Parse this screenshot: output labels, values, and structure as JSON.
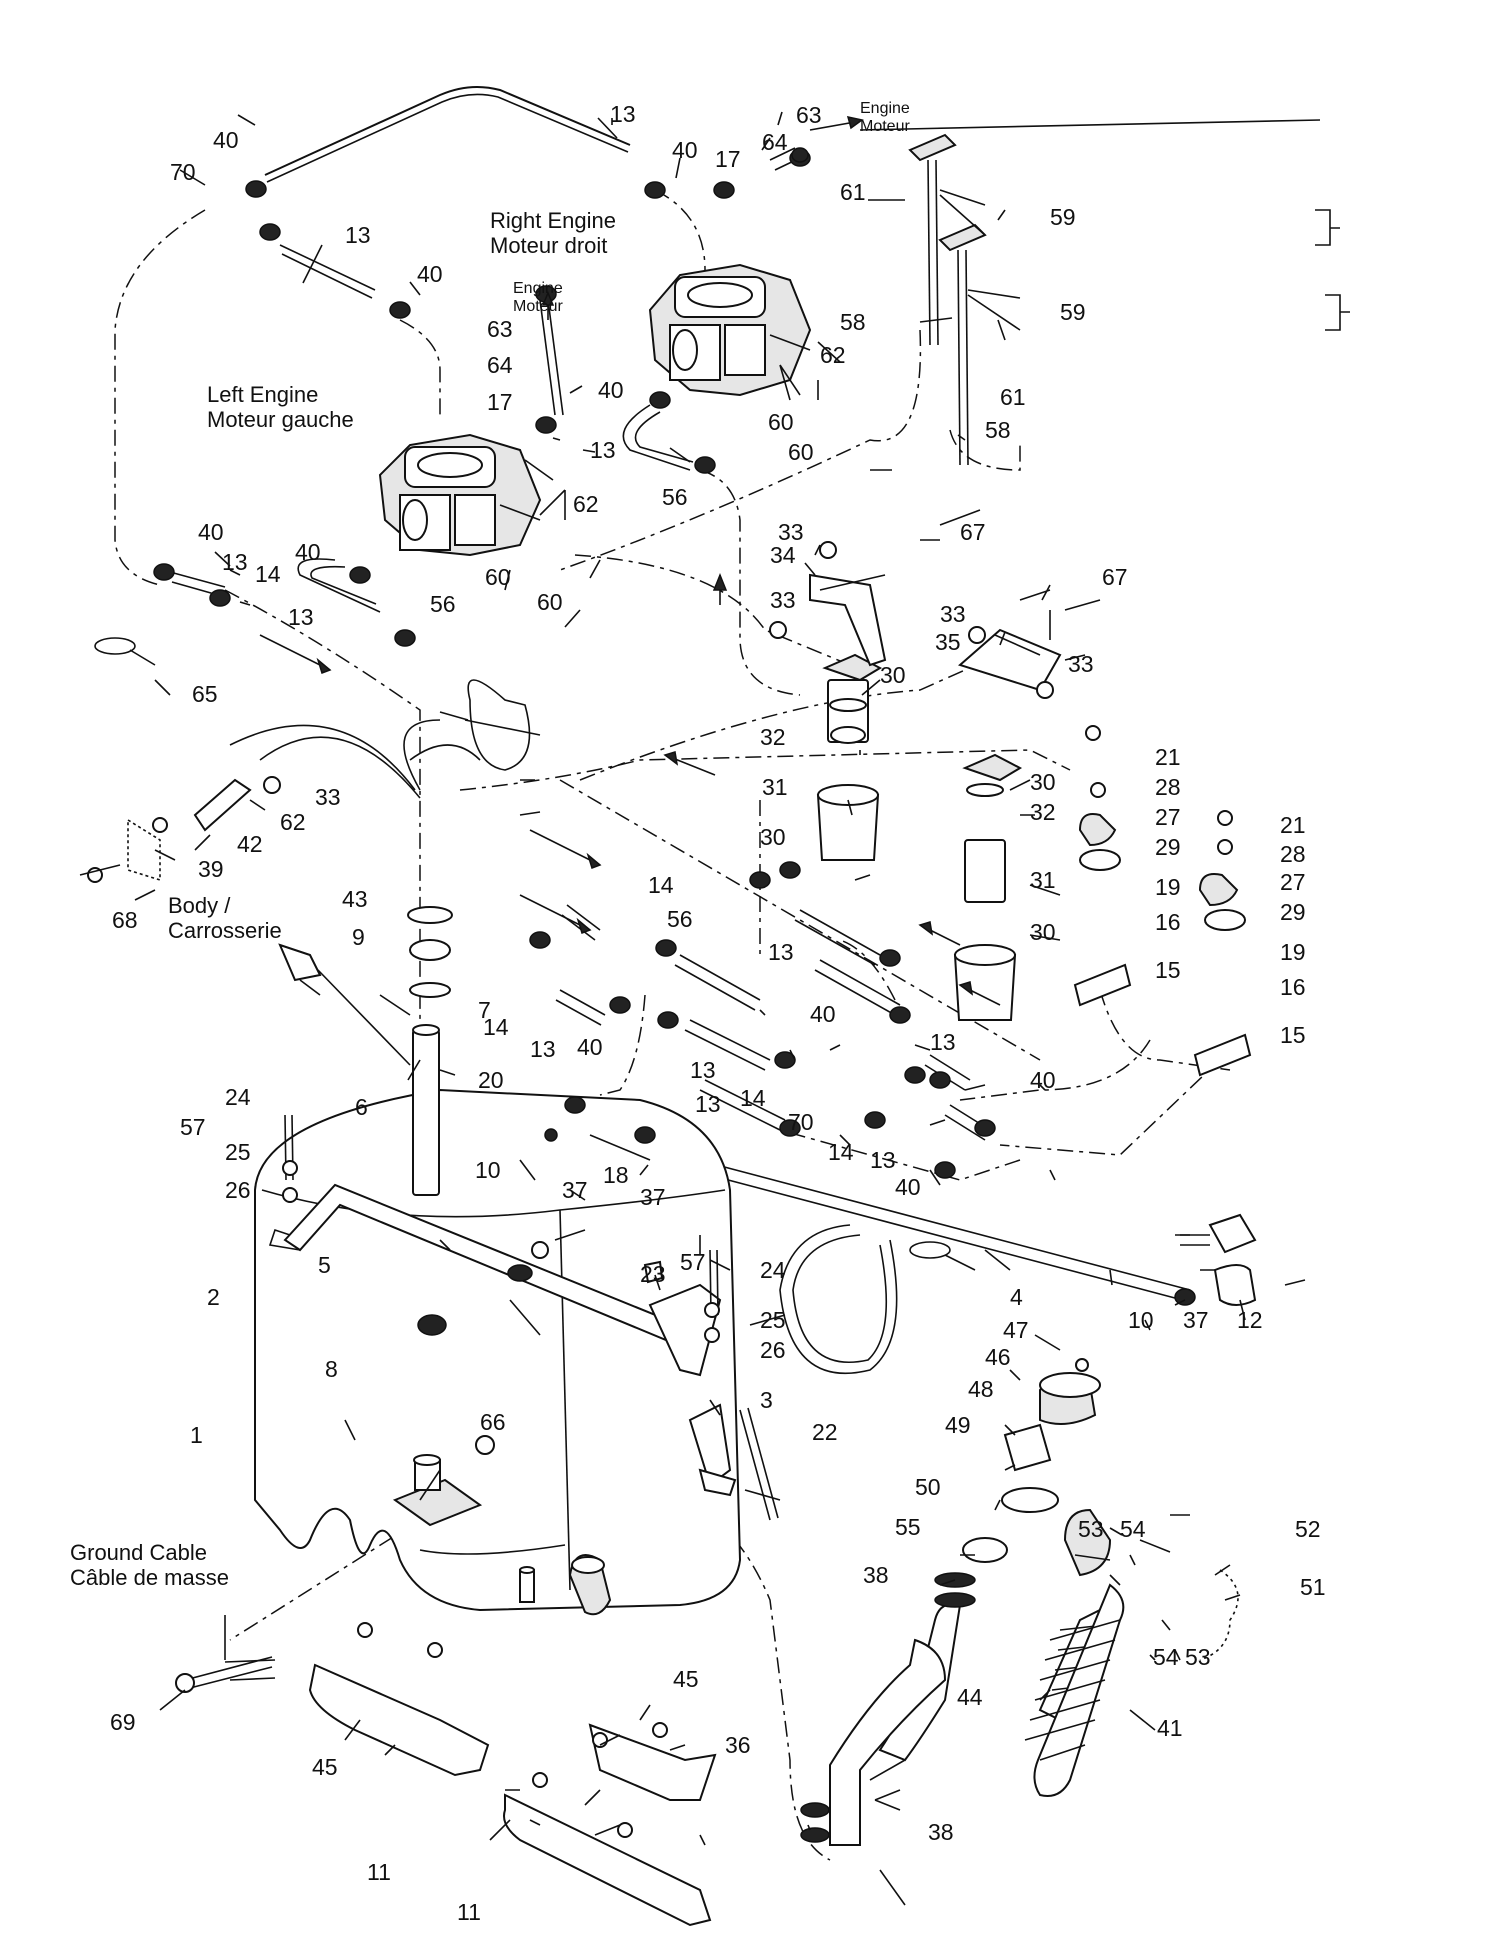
{
  "captions": {
    "right_engine": [
      "Right Engine",
      "Moteur droit"
    ],
    "left_engine": [
      "Left Engine",
      "Moteur gauche"
    ],
    "engine_arrow_top": [
      "Engine",
      "Moteur"
    ],
    "engine_arrow_left": [
      "Engine",
      "Moteur"
    ],
    "body": [
      "Body /",
      "Carrosserie"
    ],
    "ground_cable": [
      "Ground Cable",
      "Câble de masse"
    ]
  },
  "callouts": [
    "13",
    "40",
    "70",
    "40",
    "13",
    "40",
    "63",
    "64",
    "17",
    "40",
    "13",
    "56",
    "17",
    "64",
    "63",
    "61",
    "59",
    "59",
    "58",
    "61",
    "58",
    "62",
    "60",
    "60",
    "40",
    "13",
    "56",
    "62",
    "60",
    "60",
    "40",
    "13",
    "14",
    "33",
    "34",
    "67",
    "33",
    "33",
    "35",
    "67",
    "33",
    "30",
    "32",
    "31",
    "30",
    "30",
    "32",
    "31",
    "30",
    "65",
    "62",
    "33",
    "42",
    "39",
    "68",
    "43",
    "9",
    "7",
    "20",
    "14",
    "56",
    "14",
    "13",
    "40",
    "13",
    "40",
    "13",
    "13",
    "40",
    "13",
    "14",
    "70",
    "14",
    "13",
    "40",
    "21",
    "28",
    "27",
    "29",
    "19",
    "16",
    "15",
    "21",
    "28",
    "27",
    "29",
    "19",
    "16",
    "15",
    "6",
    "24",
    "57",
    "25",
    "26",
    "10",
    "37",
    "18",
    "37",
    "5",
    "2",
    "57",
    "24",
    "23",
    "25",
    "26",
    "3",
    "4",
    "10",
    "37",
    "12",
    "8",
    "47",
    "46",
    "48",
    "49",
    "50",
    "55",
    "38",
    "1",
    "66",
    "22",
    "52",
    "53",
    "54",
    "51",
    "54",
    "53",
    "44",
    "41",
    "69",
    "45",
    "45",
    "36",
    "11",
    "11",
    "38"
  ]
}
